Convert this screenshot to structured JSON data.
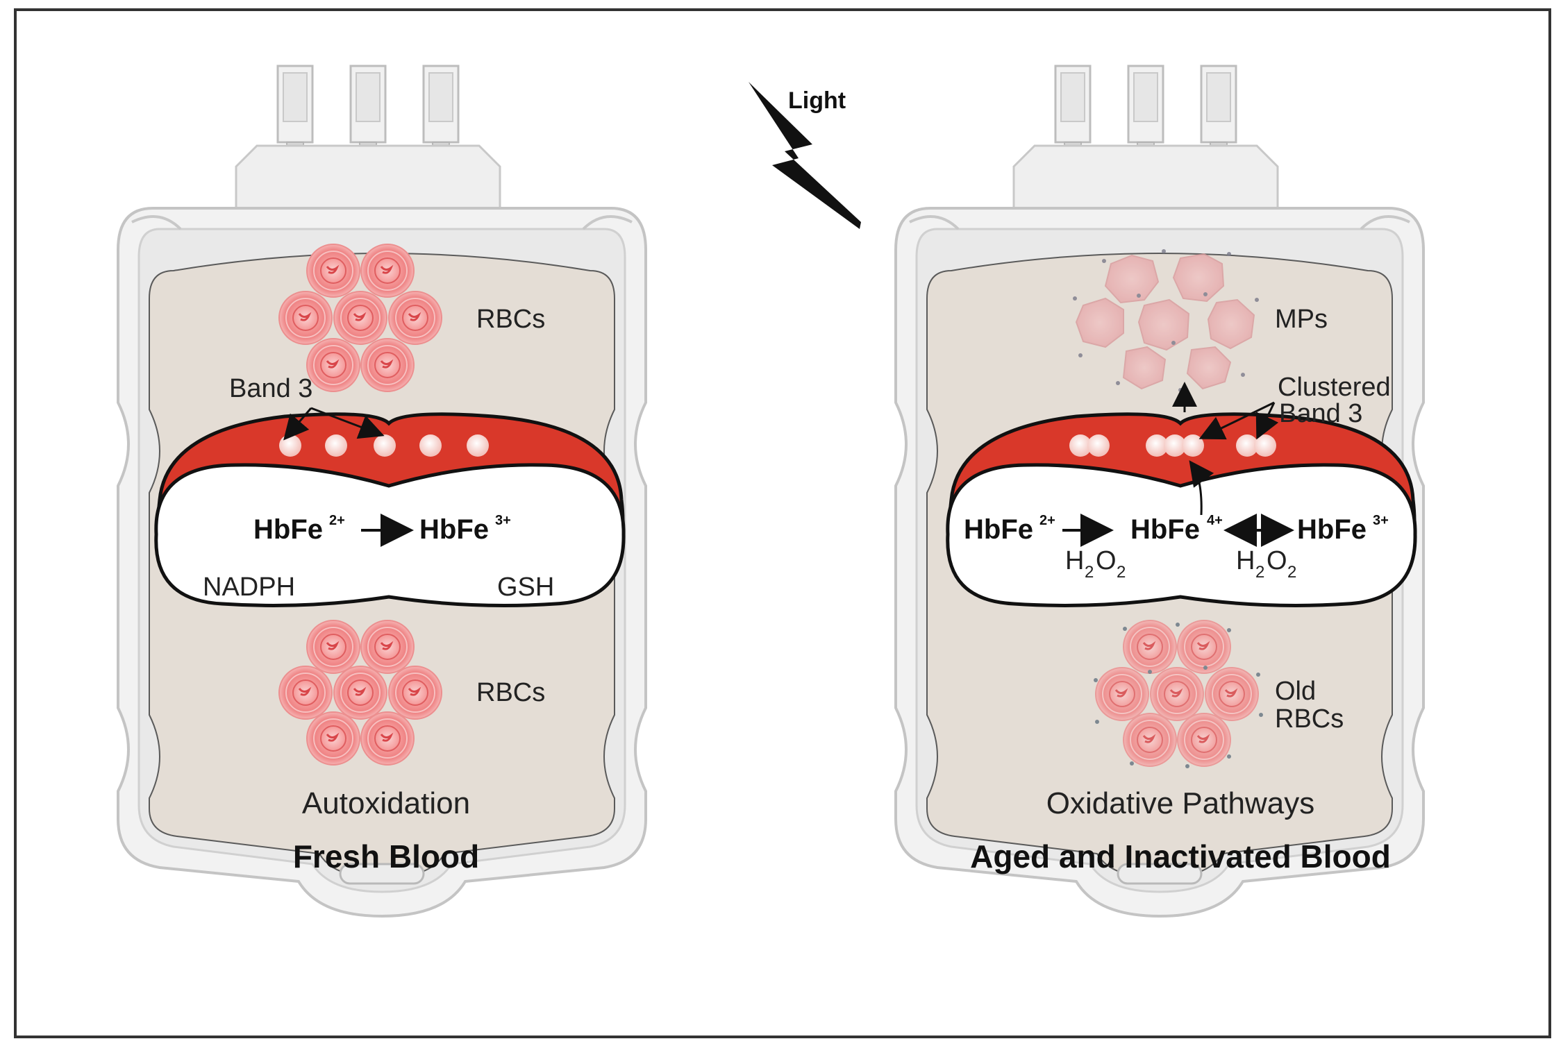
{
  "light_label": "Light",
  "left_bag": {
    "rbcs_top_label": "RBCs",
    "band3_label": "Band 3",
    "eq_from": "HbFe",
    "eq_from_sup": "2+",
    "eq_to": "HbFe",
    "eq_to_sup": "3+",
    "nadph_label": "NADPH",
    "gsh_label": "GSH",
    "rbcs_bottom_label": "RBCs",
    "process_label": "Autoxidation",
    "title": "Fresh Blood"
  },
  "right_bag": {
    "mps_label": "MPs",
    "clustered_label_line1": "Clustered",
    "clustered_label_line2": "Band 3",
    "eq_a": "HbFe",
    "eq_a_sup": "2+",
    "eq_b": "HbFe",
    "eq_b_sup": "4+",
    "eq_c": "HbFe",
    "eq_c_sup": "3+",
    "h2o2_1": {
      "h": "H",
      "sub1": "2",
      "o": "O",
      "sub2": "2"
    },
    "h2o2_2": {
      "h": "H",
      "sub1": "2",
      "o": "O",
      "sub2": "2"
    },
    "old_rbcs_line1": "Old",
    "old_rbcs_line2": "RBCs",
    "process_label": "Oxidative Pathways",
    "title": "Aged and Inactivated Blood"
  },
  "colors": {
    "bag_fill": "#e4ddd5",
    "bag_frame": "#c8c8c8",
    "cell_red": "#d9382a",
    "rbc_pink": "#f08a8a"
  }
}
